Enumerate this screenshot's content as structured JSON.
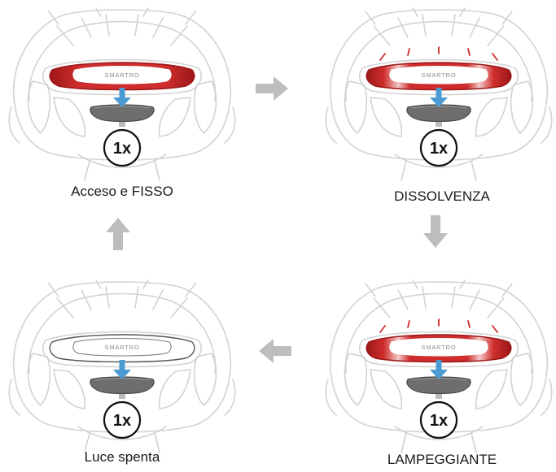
{
  "colors": {
    "line": "#d2d2d2",
    "red": "#cf2d2d",
    "red_dark": "#9c1717",
    "button_gray": "#6e6e6e",
    "button_dark": "#4a4a4a",
    "press_arrow": "#4a9bd1",
    "flow_arrow": "#bdbdbd",
    "badge_text": "#111111"
  },
  "panels": [
    {
      "id": "acceso",
      "brand": "SMARTRO",
      "press": "1x",
      "caption": "Acceso e FISSO",
      "light": "on",
      "rays": false
    },
    {
      "id": "dissolvenza",
      "brand": "SMARTRO",
      "press": "1x",
      "caption": "DISSOLVENZA",
      "light": "fade",
      "rays": true
    },
    {
      "id": "lampeggiante",
      "brand": "SMARTRO",
      "press": "1x",
      "caption": "LAMPEGGIANTE",
      "light": "blink",
      "rays": true
    },
    {
      "id": "spenta",
      "brand": "SMARTRO",
      "press": "1x",
      "caption": "Luce spenta",
      "light": "off",
      "rays": false
    }
  ],
  "flow_arrows": [
    {
      "name": "arrow-right-icon",
      "direction": "right"
    },
    {
      "name": "arrow-down-icon",
      "direction": "down"
    },
    {
      "name": "arrow-left-icon",
      "direction": "left"
    },
    {
      "name": "arrow-up-icon",
      "direction": "up"
    }
  ]
}
